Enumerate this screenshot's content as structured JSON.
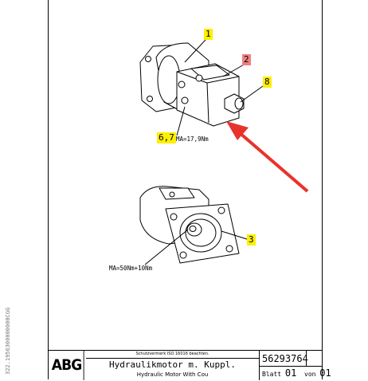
{
  "side_code": "322.1956300000000CGG",
  "callouts": {
    "c1": "1",
    "c2": "2",
    "c8": "8",
    "c67": "6,7",
    "c3": "3"
  },
  "torques": {
    "t1": "MA=17,9Nm",
    "t2": "MA=50Nm+10Nm"
  },
  "title_block": {
    "logo": "ABG",
    "protection_note": "Schutzvermerk ISO 16016 beachten.",
    "title": "Hydraulikmotor m. Kuppl.",
    "subtitle": "Hydraulic Motor With Cou",
    "drawing_number": "56293764",
    "sheet_label": "Blatt",
    "sheet_no": "01",
    "of_label": "von",
    "sheet_total": "01"
  },
  "colors": {
    "highlight_yellow": "#ffee00",
    "highlight_red": "#f08080",
    "arrow_red": "#e8332c"
  }
}
